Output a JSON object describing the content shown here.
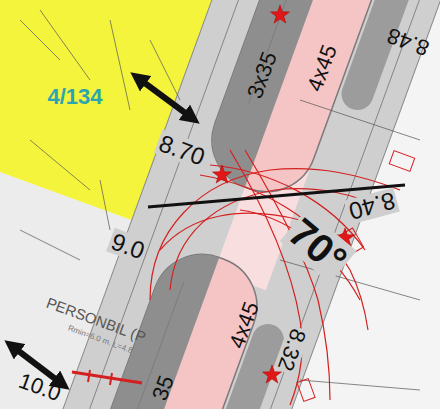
{
  "diagram": {
    "labels": [
      "4/134",
      "8.70",
      "3x35",
      "4x45",
      "8.48",
      "8.40",
      "70°",
      "9.0",
      "4x45",
      "8.32",
      "35",
      "PERSONBIL (P",
      "Rmin=6.0 m. L=4.8",
      "10.0"
    ]
  }
}
